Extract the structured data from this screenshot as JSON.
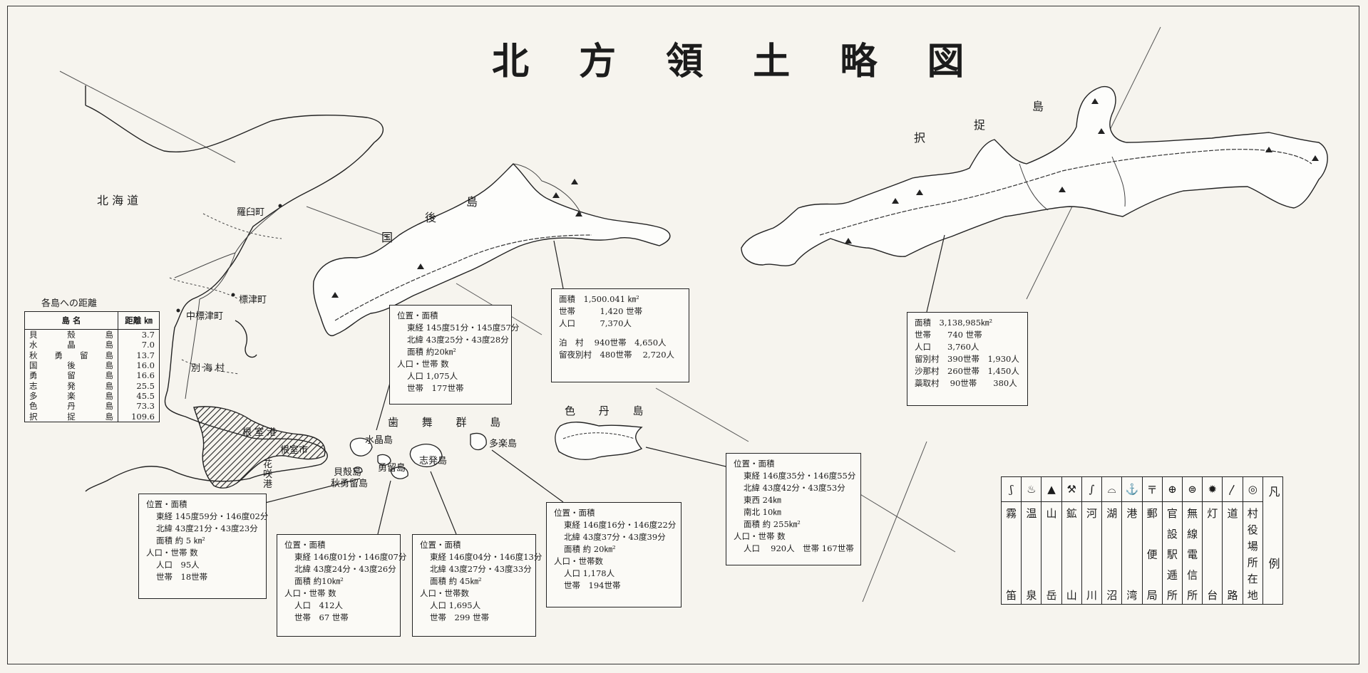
{
  "title": "北 方 領 土 略 図",
  "labels": {
    "hokkaido": "北 海 道",
    "rausu": "羅臼町",
    "shibetsu": "標津町",
    "nakashibetsu": "中標津町",
    "betsukai": "別海村",
    "nemuro_port": "根 室 港",
    "nemuro_city": "根室市",
    "hanasaki_port": "花\n咲\n港",
    "kunashiri_1": "国",
    "kunashiri_2": "後",
    "kunashiri_3": "島",
    "etorofu_1": "択",
    "etorofu_2": "捉",
    "etorofu_3": "島",
    "habomai": "歯 舞 群 島",
    "shikotan": "色 丹 島",
    "suisho": "水晶島",
    "shibotsu": "志発島",
    "taraku": "多楽島",
    "kaigara": "貝殻島",
    "akiyuri": "秋勇留島",
    "yuri": "勇留島"
  },
  "distance_table": {
    "caption": "各島への距離",
    "header_name": "島 名",
    "header_km": "距離 ㎞",
    "rows": [
      {
        "name": "貝 殻 島",
        "km": "3.7"
      },
      {
        "name": "水 晶 島",
        "km": "7.0"
      },
      {
        "name": "秋 勇 留 島",
        "km": "13.7"
      },
      {
        "name": "国 後 島",
        "km": "16.0"
      },
      {
        "name": "勇 留 島",
        "km": "16.6"
      },
      {
        "name": "志 発 島",
        "km": "25.5"
      },
      {
        "name": "多 楽 島",
        "km": "45.5"
      },
      {
        "name": "色 丹 島",
        "km": "73.3"
      },
      {
        "name": "択 捉 島",
        "km": "109.6"
      }
    ]
  },
  "boxes": {
    "kunashiri": {
      "lines": [
        "面積　1,500.041 ㎞²",
        "世帯　　　1,420 世帯",
        "人口　　　7,370人",
        "",
        "泊　村　 940世帯　4,650人",
        "留夜別村　480世帯　 2,720人"
      ]
    },
    "etorofu": {
      "lines": [
        "面積　3,138,985㎞²",
        "世帯　　740 世帯",
        "人口　　3,760人",
        "留別村　390世帯　1,930人",
        "沙那村　260世帯　1,450人",
        "蘂取村　 90世帯　　380人"
      ]
    },
    "suisho": {
      "lines": [
        "位置・面積",
        "東経 145度51分・145度57分",
        "北緯 43度25分・43度28分",
        "面積 約20㎞²",
        "人口・世帯 数",
        "人口 1,075人",
        "世帯　177世帯"
      ]
    },
    "shikotan": {
      "lines": [
        "位置・面積",
        "東経 146度35分・146度55分",
        "北緯 43度42分・43度53分",
        "東西 24㎞",
        "南北 10㎞",
        "面積 約 255㎞²",
        "人口・世帯 数",
        "人口　 920人　世帯 167世帯"
      ]
    },
    "akiyuri": {
      "lines": [
        "位置・面積",
        "東経 145度59分・146度02分",
        "北緯 43度21分・43度23分",
        "面積 約 5 ㎞²",
        "人口・世帯 数",
        "人口　95人",
        "世帯　18世帯"
      ]
    },
    "yuri": {
      "lines": [
        "位置・面積",
        "東経 146度01分・146度07分",
        "北緯 43度24分・43度26分",
        "面積 約10㎞²",
        "人口・世帯 数",
        "人口　412人",
        "世帯　67 世帯"
      ]
    },
    "shibotsu": {
      "lines": [
        "位置・面積",
        "東経 146度04分・146度13分",
        "北緯 43度27分・43度33分",
        "面積 約 45㎞²",
        "人口・世帯数",
        "人口 1,695人",
        "世帯　299 世帯"
      ]
    },
    "taraku": {
      "lines": [
        "位置・面積",
        "東経 146度16分・146度22分",
        "北緯 43度37分・43度39分",
        "面積 約 20㎞²",
        "人口・世帯数",
        "人口 1,178人",
        "世帯　194世帯"
      ]
    }
  },
  "legend": {
    "title": "凡 例",
    "items": [
      {
        "text": "村役場所在地",
        "icon": "◎"
      },
      {
        "text": "道路",
        "icon": "〳"
      },
      {
        "text": "灯台",
        "icon": "✹"
      },
      {
        "text": "無線電信所",
        "icon": "⊜"
      },
      {
        "text": "官設駅逓所",
        "icon": "⊕"
      },
      {
        "text": "郵便局",
        "icon": "〒"
      },
      {
        "text": "港湾",
        "icon": "⚓"
      },
      {
        "text": "湖沼",
        "icon": "⌓"
      },
      {
        "text": "河川",
        "icon": "∫"
      },
      {
        "text": "鉱山",
        "icon": "⚒"
      },
      {
        "text": "山岳",
        "icon": "▲"
      },
      {
        "text": "温泉",
        "icon": "♨"
      },
      {
        "text": "霧笛",
        "icon": "ʃ"
      }
    ]
  }
}
